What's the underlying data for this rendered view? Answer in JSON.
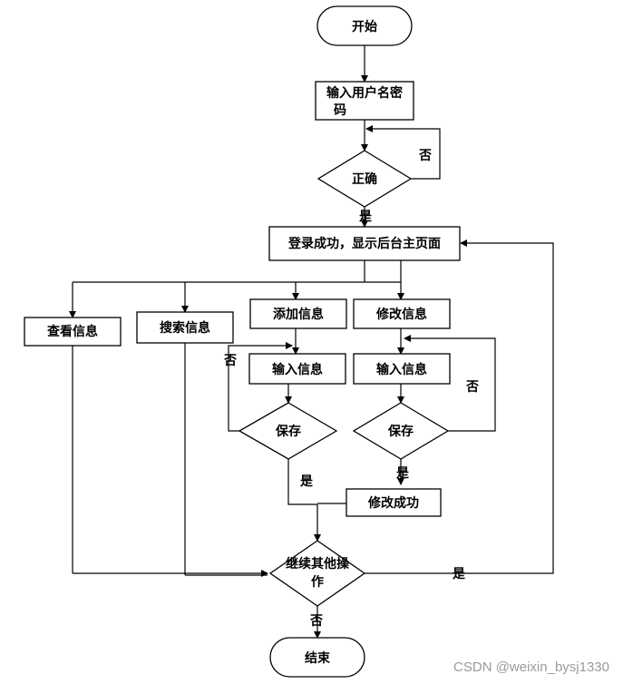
{
  "nodes": {
    "start": "开始",
    "input_login_1": "输入用户名密",
    "input_login_2": "码",
    "correct": "正确",
    "home": "登录成功，显示后台主页面",
    "view": "查看信息",
    "search": "搜索信息",
    "add": "添加信息",
    "edit": "修改信息",
    "add_input": "输入信息",
    "edit_input": "输入信息",
    "add_save": "保存",
    "edit_save": "保存",
    "edit_success": "修改成功",
    "continue_1": "继续其他操",
    "continue_2": "作",
    "end": "结束"
  },
  "edge_labels": {
    "correct_no": "否",
    "correct_yes": "是",
    "add_save_no": "否",
    "add_save_yes": "是",
    "edit_save_no": "否",
    "edit_save_yes": "是",
    "continue_yes": "是",
    "continue_no": "否"
  },
  "watermark": "CSDN @weixin_bysj1330"
}
